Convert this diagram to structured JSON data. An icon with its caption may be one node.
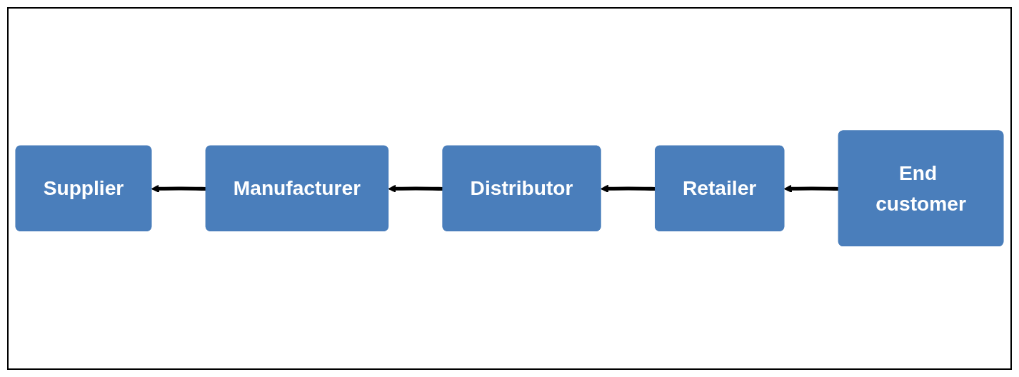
{
  "diagram": {
    "nodes": [
      {
        "text": [
          "Supplier"
        ]
      },
      {
        "text": [
          "Manufacturer"
        ]
      },
      {
        "text": [
          "Distributor"
        ]
      },
      {
        "text": [
          "Retailer"
        ]
      },
      {
        "text": [
          "End customer"
        ]
      }
    ],
    "edges": [
      {
        "from": 1,
        "to": 0,
        "arrow": "to"
      },
      {
        "from": 2,
        "to": 1,
        "arrow": "to"
      },
      {
        "from": 3,
        "to": 2,
        "arrow": "to"
      },
      {
        "from": 4,
        "to": 3,
        "arrow": "to"
      }
    ]
  }
}
